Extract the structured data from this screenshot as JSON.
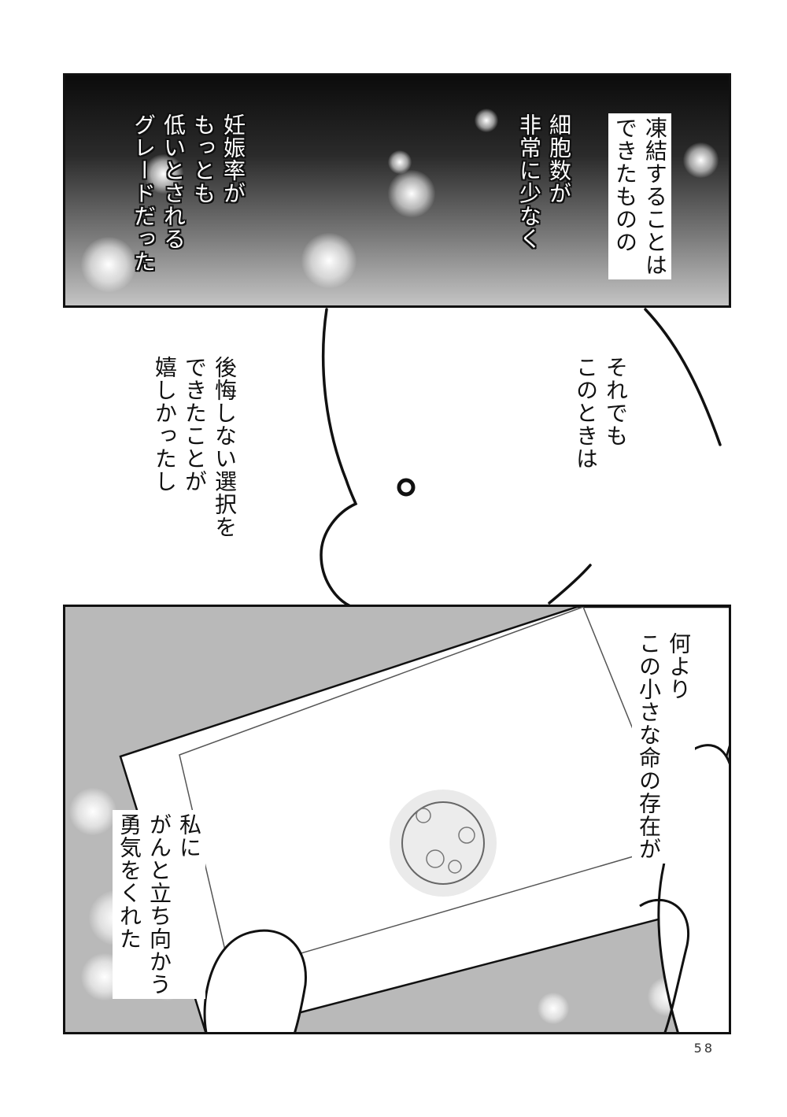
{
  "panels": {
    "top": {
      "caption_1": "凍結することは\nできたものの",
      "caption_2": "細胞数が\n非常に少なく",
      "caption_3": "妊娠率が\nもっとも\n低いとされる\nグレードだった"
    },
    "middle": {
      "caption_1": "それでも\nこのときは",
      "caption_2": "後悔しない選択を\nできたことが\n嬉しかったし"
    },
    "bottom": {
      "caption_1": "何より\nこの小さな命の存在が",
      "caption_2": "私に\nがんと立ち向かう\n勇気をくれた"
    }
  },
  "page_number": "58"
}
